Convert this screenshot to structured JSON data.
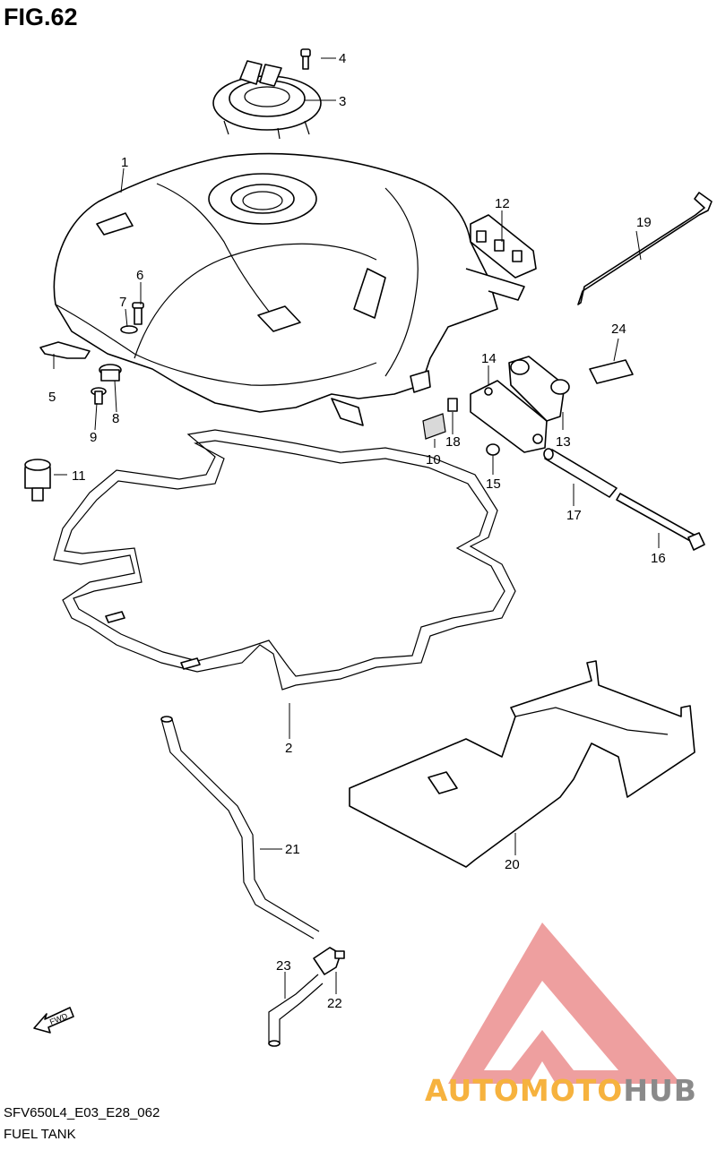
{
  "figure": {
    "title": "FIG.62"
  },
  "footer": {
    "model_code": "SFV650L4_E03_E28_062",
    "section_title": "FUEL TANK"
  },
  "brand": {
    "auto": "AUTO",
    "moto": "MOTO",
    "hub": "HUB",
    "accent_color": "#f6b23e",
    "logo_color": "#e98080"
  },
  "fwd_label": "FWD",
  "callouts": {
    "c1": "1",
    "c2": "2",
    "c3": "3",
    "c4": "4",
    "c5": "5",
    "c6": "6",
    "c7": "7",
    "c8": "8",
    "c9": "9",
    "c10": "10",
    "c11": "11",
    "c12": "12",
    "c13": "13",
    "c14": "14",
    "c15": "15",
    "c16": "16",
    "c17": "17",
    "c18": "18",
    "c19": "19",
    "c20": "20",
    "c21": "21",
    "c22": "22",
    "c23": "23",
    "c24": "24"
  }
}
